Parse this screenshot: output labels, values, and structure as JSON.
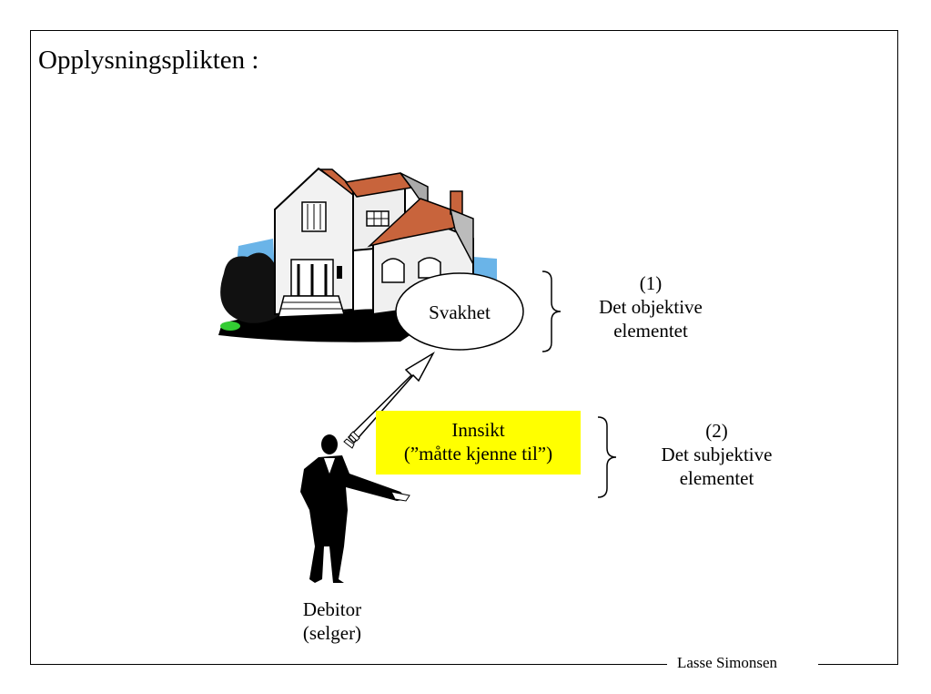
{
  "slide": {
    "title": "Opplysningsplikten :",
    "footer": "Lasse Simonsen"
  },
  "diagram": {
    "weakness_label": "Svakhet",
    "objective": {
      "number": "(1)",
      "line1": "Det objektive",
      "line2": "elementet"
    },
    "insight": {
      "line1": "Innsikt",
      "line2": "(”måtte kjenne til”)"
    },
    "subjective": {
      "number": "(2)",
      "line1": "Det subjektive",
      "line2": "elementet"
    },
    "debtor": {
      "line1": "Debitor",
      "line2": "(selger)"
    }
  },
  "colors": {
    "highlight": "#ffff00",
    "roof": "#c8643c",
    "sky": "#6ab4e8",
    "grass": "#33cc33"
  },
  "icons": [
    "house-illustration",
    "businessman-illustration",
    "arrow"
  ]
}
